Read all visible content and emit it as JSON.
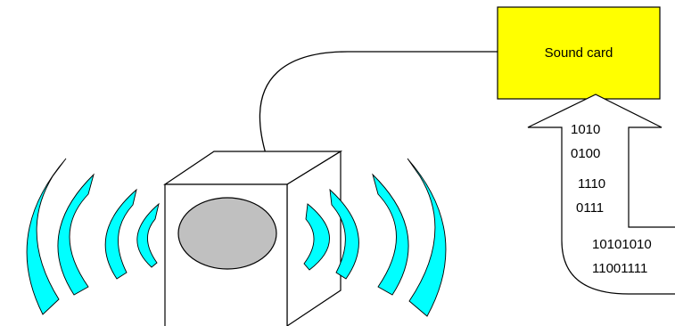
{
  "diagram": {
    "sound_card": {
      "label": "Sound card",
      "fill": "#ffff00",
      "stroke": "#000000"
    },
    "speaker": {
      "face_fill": "#ffffff",
      "cone_fill": "#c0c0c0",
      "stroke": "#000000"
    },
    "sound_waves": {
      "fill": "#00ffff",
      "stroke": "#000000"
    },
    "arrow": {
      "fill": "#ffffff",
      "stroke": "#000000"
    },
    "data_bits": {
      "group1": [
        "1010",
        "0100"
      ],
      "group2": [
        "1110",
        "0111"
      ],
      "group3": [
        "10101010",
        "11001111"
      ]
    }
  }
}
